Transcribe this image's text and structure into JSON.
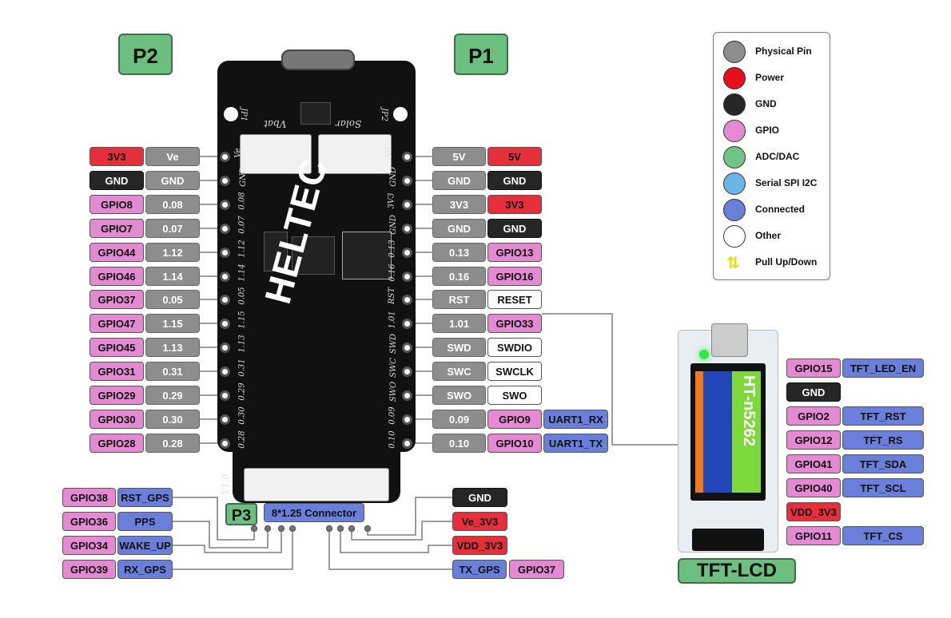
{
  "headers": {
    "p2": "P2",
    "p1": "P1",
    "p3": "P3",
    "tft": "TFT-LCD"
  },
  "board": {
    "brand": "HELTEC",
    "connector_label": "8*1.25 Connector",
    "jp1": "JP1",
    "jp2": "JP2",
    "vbat": "Vbat",
    "solar": "Solar",
    "version": "V1.0"
  },
  "left_pins": [
    {
      "func": "3V3",
      "func_type": "power",
      "phys": "Ve"
    },
    {
      "func": "GND",
      "func_type": "gnd",
      "phys": "GND"
    },
    {
      "func": "GPIO8",
      "func_type": "gpio",
      "phys": "0.08"
    },
    {
      "func": "GPIO7",
      "func_type": "gpio",
      "phys": "0.07"
    },
    {
      "func": "GPIO44",
      "func_type": "gpio",
      "phys": "1.12"
    },
    {
      "func": "GPIO46",
      "func_type": "gpio",
      "phys": "1.14"
    },
    {
      "func": "GPIO37",
      "func_type": "gpio",
      "phys": "0.05"
    },
    {
      "func": "GPIO47",
      "func_type": "gpio",
      "phys": "1.15"
    },
    {
      "func": "GPIO45",
      "func_type": "gpio",
      "phys": "1.13"
    },
    {
      "func": "GPIO31",
      "func_type": "gpio",
      "phys": "0.31"
    },
    {
      "func": "GPIO29",
      "func_type": "gpio",
      "phys": "0.29"
    },
    {
      "func": "GPIO30",
      "func_type": "gpio",
      "phys": "0.30"
    },
    {
      "func": "GPIO28",
      "func_type": "gpio",
      "phys": "0.28"
    }
  ],
  "right_pins": [
    {
      "phys": "5V",
      "func": "5V",
      "func_type": "power",
      "extra": ""
    },
    {
      "phys": "GND",
      "func": "GND",
      "func_type": "gnd",
      "extra": ""
    },
    {
      "phys": "3V3",
      "func": "3V3",
      "func_type": "power",
      "extra": ""
    },
    {
      "phys": "GND",
      "func": "GND",
      "func_type": "gnd",
      "extra": ""
    },
    {
      "phys": "0.13",
      "func": "GPIO13",
      "func_type": "gpio",
      "extra": ""
    },
    {
      "phys": "0.16",
      "func": "GPIO16",
      "func_type": "gpio",
      "extra": ""
    },
    {
      "phys": "RST",
      "func": "RESET",
      "func_type": "other",
      "extra": ""
    },
    {
      "phys": "1.01",
      "func": "GPIO33",
      "func_type": "gpio",
      "extra": ""
    },
    {
      "phys": "SWD",
      "func": "SWDIO",
      "func_type": "other",
      "extra": ""
    },
    {
      "phys": "SWC",
      "func": "SWCLK",
      "func_type": "other",
      "extra": ""
    },
    {
      "phys": "SWO",
      "func": "SWO",
      "func_type": "other",
      "extra": ""
    },
    {
      "phys": "0.09",
      "func": "GPIO9",
      "func_type": "gpio",
      "extra": "UART1_RX"
    },
    {
      "phys": "0.10",
      "func": "GPIO10",
      "func_type": "gpio",
      "extra": "UART1_TX"
    }
  ],
  "p3_left": [
    {
      "gpio": "GPIO38",
      "conn": "RST_GPS"
    },
    {
      "gpio": "GPIO36",
      "conn": "PPS"
    },
    {
      "gpio": "GPIO34",
      "conn": "WAKE_UP"
    },
    {
      "gpio": "GPIO39",
      "conn": "RX_GPS"
    }
  ],
  "p3_right": [
    {
      "label": "GND",
      "type": "gnd"
    },
    {
      "label": "Ve_3V3",
      "type": "power"
    },
    {
      "label": "VDD_3V3",
      "type": "power"
    }
  ],
  "p3_tx": {
    "conn": "TX_GPS",
    "gpio": "GPIO37"
  },
  "tft_pins": [
    {
      "gpio": "GPIO15",
      "gpio_type": "gpio",
      "signal": "TFT_LED_EN"
    },
    {
      "gpio": "GND",
      "gpio_type": "gnd",
      "signal": ""
    },
    {
      "gpio": "GPIO2",
      "gpio_type": "gpio",
      "signal": "TFT_RST"
    },
    {
      "gpio": "GPIO12",
      "gpio_type": "gpio",
      "signal": "TFT_RS"
    },
    {
      "gpio": "GPIO41",
      "gpio_type": "gpio",
      "signal": "TFT_SDA"
    },
    {
      "gpio": "GPIO40",
      "gpio_type": "gpio",
      "signal": "TFT_SCL"
    },
    {
      "gpio": "VDD_3V3",
      "gpio_type": "power",
      "signal": ""
    },
    {
      "gpio": "GPIO11",
      "gpio_type": "gpio",
      "signal": "TFT_CS"
    }
  ],
  "tft_screen_text": "HT-n5262",
  "legend": [
    {
      "label": "Physical Pin",
      "color": "#8d8d8d",
      "icon": "circle"
    },
    {
      "label": "Power",
      "color": "#e5101a",
      "icon": "circle"
    },
    {
      "label": "GND",
      "color": "#262626",
      "icon": "circle"
    },
    {
      "label": "GPIO",
      "color": "#e48ad3",
      "icon": "circle"
    },
    {
      "label": "ADC/DAC",
      "color": "#6fc486",
      "icon": "circle"
    },
    {
      "label": "Serial SPI I2C",
      "color": "#6cb3e6",
      "icon": "circle"
    },
    {
      "label": "Connected",
      "color": "#6a7fd9",
      "icon": "circle"
    },
    {
      "label": "Other",
      "color": "#ffffff",
      "icon": "circle"
    },
    {
      "label": "Pull Up/Down",
      "color": "#f0e000",
      "icon": "up-down-arrows-icon"
    }
  ],
  "pin_silk_left": [
    "Ve",
    "GND",
    "0.08",
    "0.07",
    "1.12",
    "1.14",
    "0.05",
    "1.15",
    "1.13",
    "0.31",
    "0.29",
    "0.30",
    "0.28"
  ],
  "pin_silk_right": [
    "5V",
    "GND",
    "3V3",
    "GND",
    "0.13",
    "0.16",
    "RST",
    "1.01",
    "SWD",
    "SWC",
    "SWO",
    "0.09",
    "0.10"
  ]
}
